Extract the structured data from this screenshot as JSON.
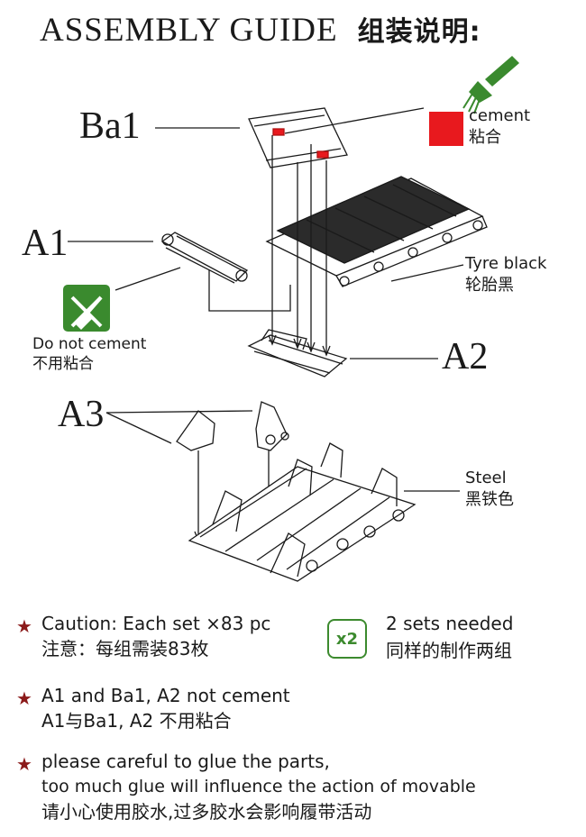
{
  "title": {
    "en": "ASSEMBLY GUIDE",
    "zh": "组装说明:"
  },
  "parts": {
    "ba1": "Ba1",
    "a1": "A1",
    "a2": "A2",
    "a3": "A3"
  },
  "legend": {
    "cement_en": "cement",
    "cement_zh": "粘合",
    "cement_color": "#e8191e",
    "no_cement_en": "Do not cement",
    "no_cement_zh": "不用粘合",
    "icon_green": "#3a8a2e"
  },
  "colors": {
    "tyre_label_en": "Tyre black",
    "tyre_label_zh": "轮胎黑",
    "steel_label_en": "Steel",
    "steel_label_zh": "黑铁色",
    "tyre_fill": "#2b2b2b"
  },
  "notes": {
    "caution_en": "Caution: Each set ×83 pc",
    "caution_zh": "注意：每组需装83枚",
    "x2_badge": "x2",
    "sets_en": "2 sets needed",
    "sets_zh": "同样的制作两组",
    "not_cement_en": "A1 and Ba1, A2 not cement",
    "not_cement_zh": "A1与Ba1, A2 不用粘合",
    "glue_en_1": "please careful to glue the parts,",
    "glue_en_2": "too much glue will influence the action of movable",
    "glue_zh": "请小心使用胶水,过多胶水会影响履带活动",
    "star_color": "#8b1a1a"
  }
}
